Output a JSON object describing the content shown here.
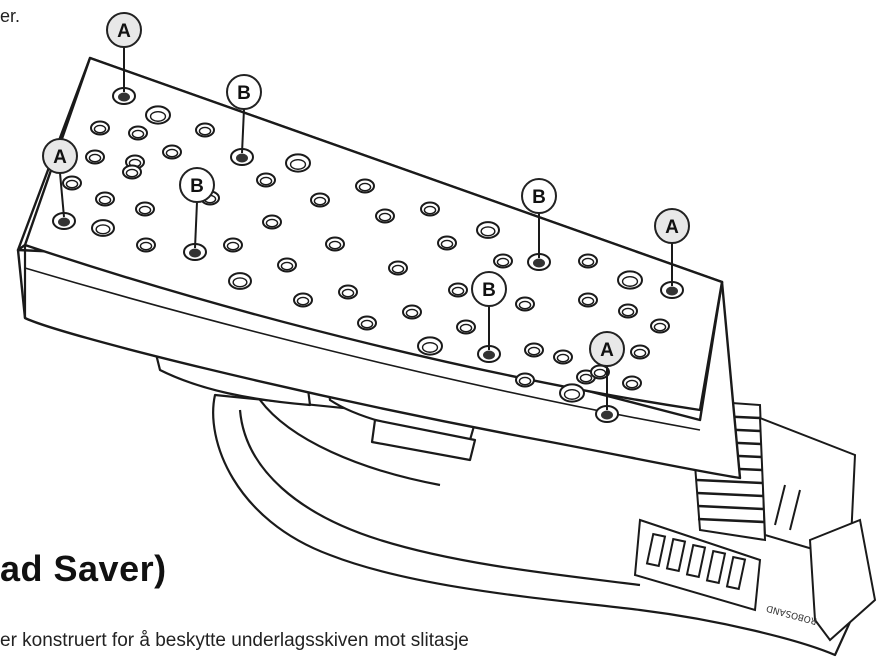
{
  "doc": {
    "top_fragment": "er.",
    "heading": "ad Saver)",
    "body_fragment": "er konstruert for å beskytte underlagsskiven mot slitasje",
    "device_brand_text": "ROBOSAND"
  },
  "callouts": {
    "a": "A",
    "b": "B"
  },
  "colors": {
    "line": "#1a1a1a",
    "callout_fill": "#e8e8e8",
    "callout_stroke": "#222222"
  }
}
